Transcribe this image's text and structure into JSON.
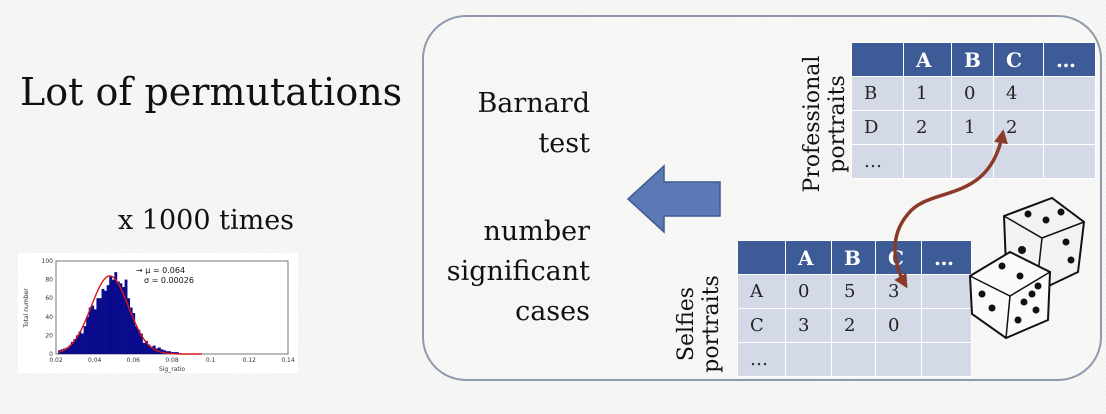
{
  "slide": {
    "title": "Lot of permutations",
    "times_text": "x 1000 times",
    "left_text": {
      "barnard_line1": "Barnard",
      "barnard_line2": "test",
      "sig_line1": "number",
      "sig_line2": "significant",
      "sig_line3": "cases"
    }
  },
  "histogram": {
    "annotation_mu": "→ μ = 0.064",
    "annotation_sigma": "σ = 0.00026",
    "y_label": "Total number",
    "x_label": "Sig_ratio",
    "y_ticks": [
      "0",
      "20",
      "40",
      "60",
      "80",
      "100"
    ],
    "x_ticks": [
      "0.02",
      "0.04",
      "0.06",
      "0.08",
      "0.1",
      "0.12",
      "0.14"
    ],
    "bar_color": "#0a0a8c",
    "curve_color": "#d81818"
  },
  "professional": {
    "label_line1": "Professional",
    "label_line2": "portraits",
    "header": [
      "",
      "A",
      "B",
      "C",
      "…"
    ],
    "rows": [
      [
        "B",
        "1",
        "0",
        "4",
        ""
      ],
      [
        "D",
        "2",
        "1",
        "2",
        ""
      ],
      [
        "…",
        "",
        "",
        "",
        ""
      ]
    ]
  },
  "selfies": {
    "label_line1": "Selfies",
    "label_line2": "portraits",
    "header": [
      "",
      "A",
      "B",
      "C",
      "…"
    ],
    "rows": [
      [
        "A",
        "0",
        "5",
        "3",
        ""
      ],
      [
        "C",
        "3",
        "2",
        "0",
        ""
      ],
      [
        "…",
        "",
        "",
        "",
        ""
      ]
    ]
  },
  "colors": {
    "table_header": "#3d5b96",
    "table_cell": "#d3d9e6",
    "arrow_fill": "#5b79b5",
    "connector": "#8b3a2a"
  },
  "icons": [
    "left-arrow-icon",
    "dice-icon"
  ]
}
